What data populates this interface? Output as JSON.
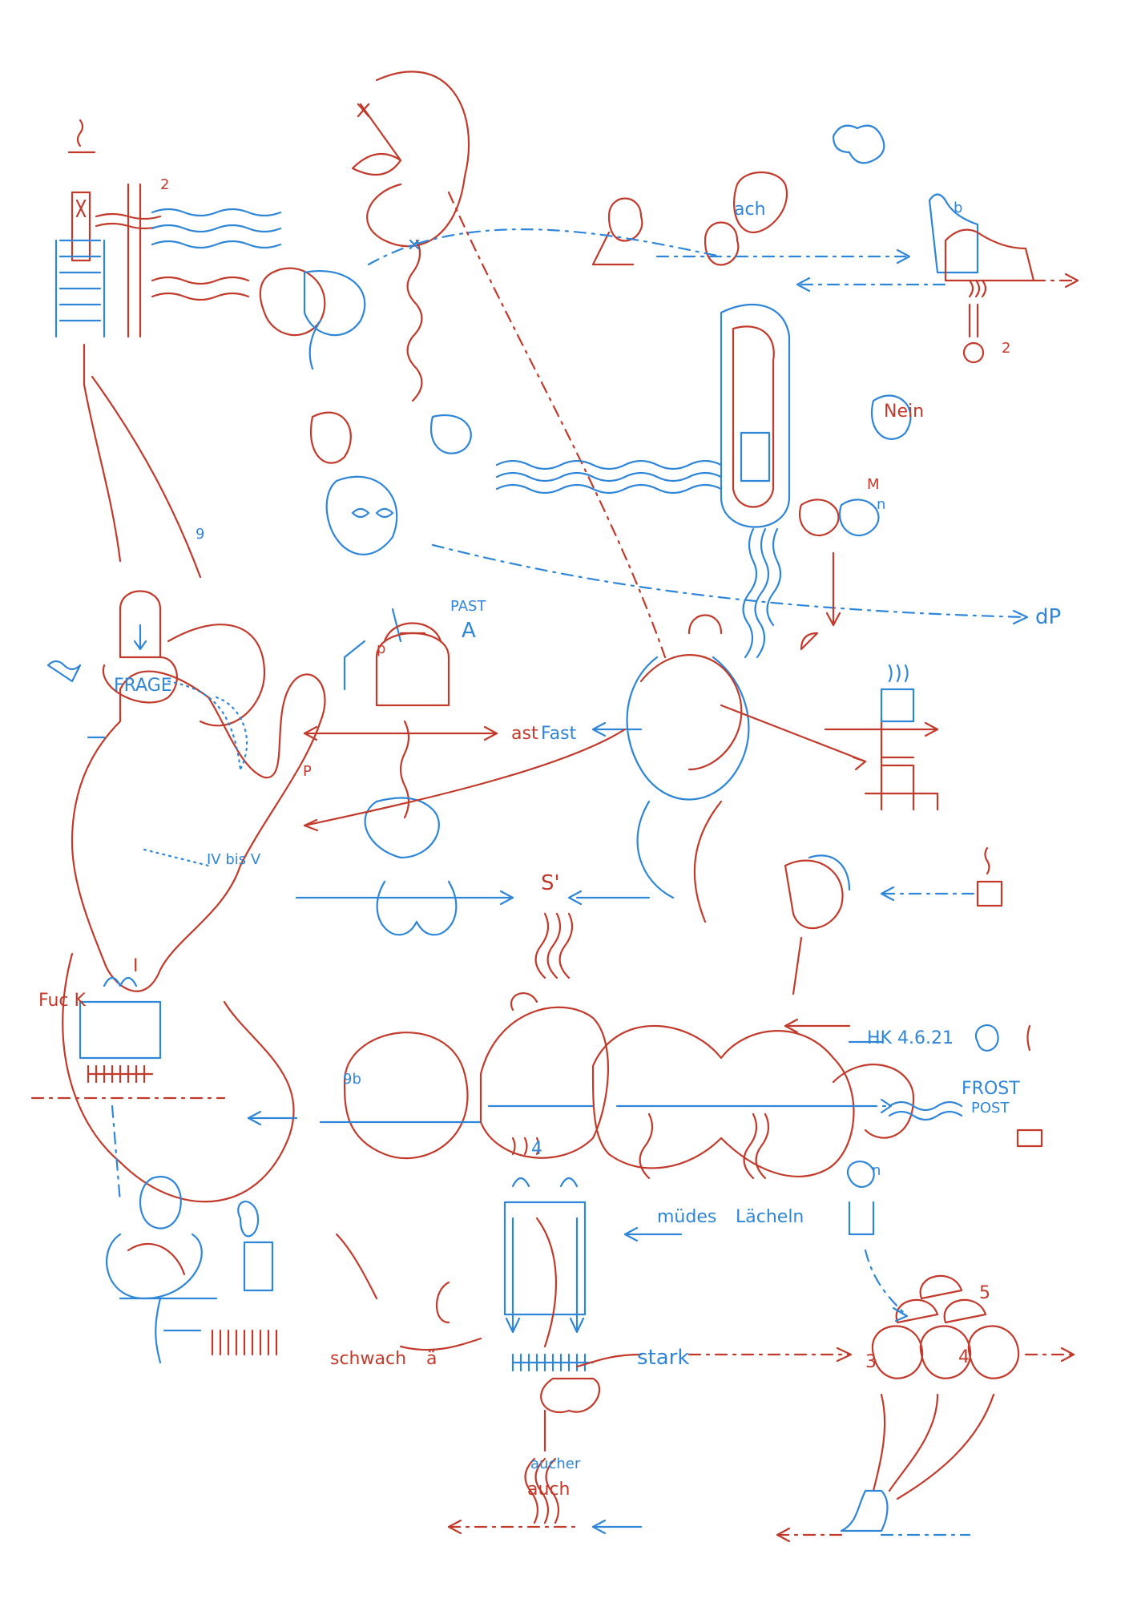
{
  "colors": {
    "red": "#c23a2b",
    "blue": "#2f86d8",
    "paper": "#ffffff"
  },
  "labels": {
    "frage": "FRAGE",
    "ach": "ach",
    "nein": "Nein",
    "past": "PAST",
    "a": "A",
    "ast": "ast",
    "fast": "Fast",
    "dp": "dP",
    "iv_bis_v": "IV bis V",
    "s_prime": "S'",
    "fuck": "Fuc K",
    "hk_date": "HK 4.6.21",
    "frost": "FROST",
    "post": "POST",
    "mudes": "müdes",
    "lacheln": "Lächeln",
    "schwach": "schwach",
    "a_umlaut": "ä",
    "stark": "stark",
    "aucher": "aucher",
    "auch": "auch",
    "b_top": "b",
    "n_small": "n",
    "m_small": "M",
    "p_small": "p",
    "p_arrow": "P",
    "nine_b": "9b",
    "four": "4",
    "three": "3",
    "five": "5",
    "two": "2",
    "nine_k": "9",
    "roman_one": "I",
    "n_bulb": "n",
    "sq2": "2"
  }
}
